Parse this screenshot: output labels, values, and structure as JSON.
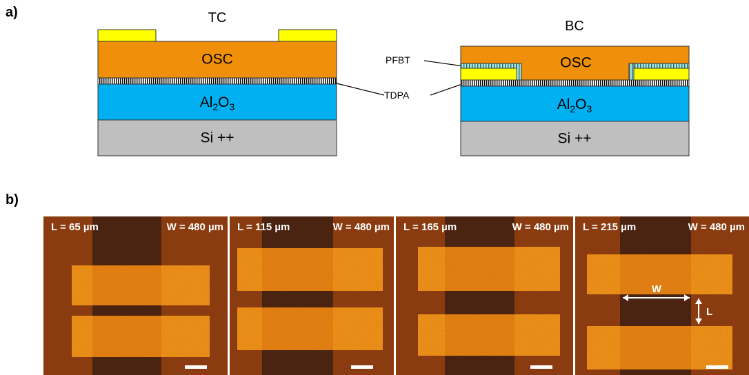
{
  "panel_a": {
    "label": "a)",
    "tc": {
      "title": "TC",
      "osc": "OSC",
      "oxide": {
        "base": "Al",
        "sub1": "2",
        "mid": "O",
        "sub2": "3"
      },
      "substrate": "Si ++"
    },
    "bc": {
      "title": "BC",
      "osc": "OSC",
      "oxide": {
        "base": "Al",
        "sub1": "2",
        "mid": "O",
        "sub2": "3"
      },
      "substrate": "Si ++"
    },
    "callouts": {
      "pfbt": "PFBT",
      "tdpa": "TDPA"
    },
    "colors": {
      "gold": "#ffff00",
      "osc": "#f0900a",
      "oxide": "#00b0f0",
      "silicon": "#bfbfbf",
      "pfbt": "#a9e6e0"
    }
  },
  "panel_b": {
    "label": "b)",
    "images": [
      {
        "L": "L = 65 µm",
        "W": "W = 480 µm"
      },
      {
        "L": "L = 115 µm",
        "W": "W = 480 µm"
      },
      {
        "L": "L = 165 µm",
        "W": "W = 480 µm"
      },
      {
        "L": "L = 215 µm",
        "W": "W = 480 µm"
      }
    ],
    "annotation_w": "W",
    "annotation_l": "L",
    "colors": {
      "background": "#8a3c10",
      "channel": "#4a2410",
      "electrode": "#ff9a1a",
      "electrode_bright": "#ffae1e"
    }
  }
}
